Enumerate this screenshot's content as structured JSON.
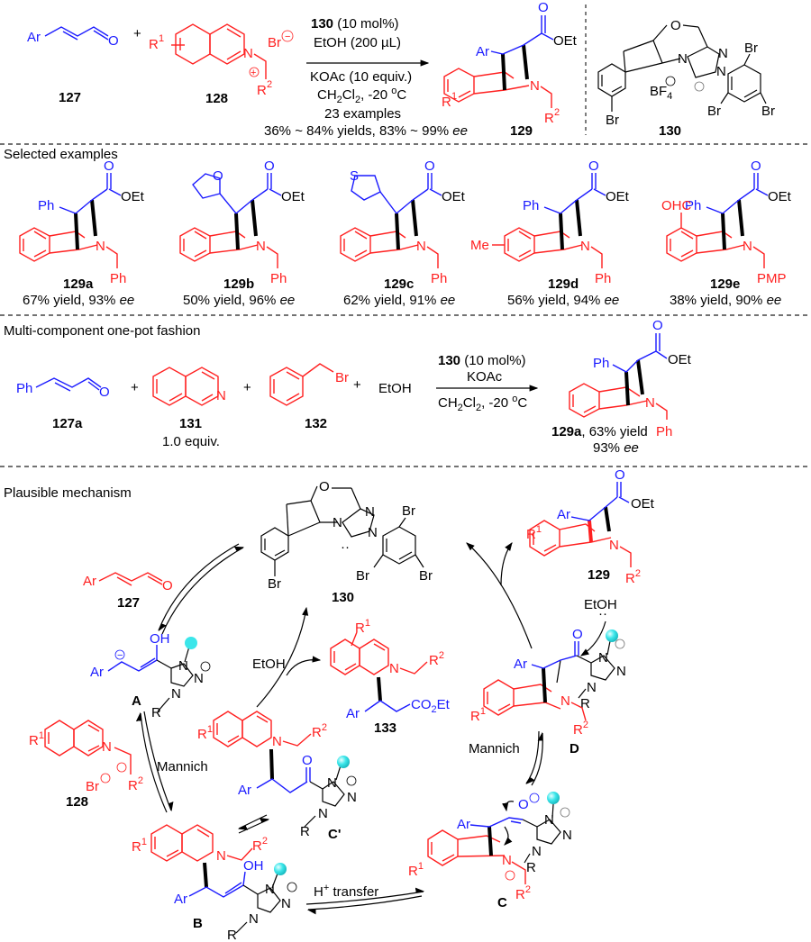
{
  "colors": {
    "reactant_a": "#1a1aff",
    "reactant_b": "#ff2020",
    "catalyst": "#000000",
    "ball": "#3be6ea"
  },
  "top_scheme": {
    "reactant1": {
      "label": "127",
      "substituent": "Ar",
      "atom_o": "O"
    },
    "plus": "+",
    "reactant2": {
      "label": "128",
      "r1": "R",
      "r1_sup": "1",
      "n": "N",
      "r2": "R",
      "r2_sup": "2",
      "counterion": "Br",
      "charge_minus": "−",
      "charge_plus": "+"
    },
    "conditions_above": [
      "130 (10 mol%)",
      "EtOH (200 µL)"
    ],
    "conditions_above_bold_prefix": "130",
    "conditions_above_rest": " (10 mol%)",
    "conditions_below": [
      "KOAc (10 equiv.)",
      "CH2Cl2, -20 oC"
    ],
    "cond_ch2cl2": "CH",
    "cond_ch2cl2_sub1": "2",
    "cond_ch2cl2_mid": "Cl",
    "cond_ch2cl2_sub2": "2",
    "cond_temp": ", -20 ",
    "cond_temp_sup": "o",
    "cond_temp_unit": "C",
    "summary_line1": "23 examples",
    "summary_line2_prefix": "36% ~ 84% yields, 83% ~ 99% ",
    "summary_line2_italic": "ee",
    "product": {
      "label": "129",
      "ar": "Ar",
      "oet": "OEt",
      "o": "O",
      "n": "N",
      "r1": "R",
      "r1_sup": "1",
      "r2": "R",
      "r2_sup": "2"
    },
    "catalyst": {
      "label": "130",
      "counterion": "BF",
      "counterion_sub": "4",
      "atoms": [
        "O",
        "N",
        "N",
        "N",
        "Br",
        "Br",
        "Br",
        "Br"
      ]
    }
  },
  "selected_examples": {
    "heading": "Selected examples",
    "items": [
      {
        "label": "129a",
        "aryl": "Ph",
        "n_sub": "Ph",
        "yield": "67% yield, 93% ",
        "ee": "ee"
      },
      {
        "label": "129b",
        "aryl": "2-furyl",
        "n_sub": "Ph",
        "yield": "50% yield, 96% ",
        "ee": "ee"
      },
      {
        "label": "129c",
        "aryl": "3-thienyl",
        "n_sub": "Ph",
        "yield": "62% yield, 91% ",
        "ee": "ee"
      },
      {
        "label": "129d",
        "aryl": "Ph",
        "ring_sub": "Me",
        "n_sub": "Ph",
        "yield": "56% yield, 94% ",
        "ee": "ee"
      },
      {
        "label": "129e",
        "aryl": "Ph",
        "ring_sub": "OHC",
        "n_sub": "PMP",
        "yield": "38% yield, 90% ",
        "ee": "ee"
      }
    ],
    "oet": "OEt",
    "o": "O",
    "n": "N",
    "furan_o": "O",
    "thiophene_s": "S"
  },
  "multicomponent": {
    "heading": "Multi-component one-pot fashion",
    "r1": {
      "label": "127a",
      "sub": "Ph",
      "o": "O"
    },
    "r2": {
      "label": "131",
      "note": "1.0 equiv.",
      "n": "N"
    },
    "r3": {
      "label": "132",
      "br": "Br"
    },
    "r4": "EtOH",
    "plus": "+",
    "cond_above_bold": "130",
    "cond_above_rest": " (10 mol%)",
    "cond_above2": "KOAc",
    "cond_below": "CH2Cl2, -20 oC",
    "product_label": "129a",
    "product_yield": ", 63% yield",
    "product_ee_value": "93% ",
    "product_ee": "ee",
    "product_ph": "Ph",
    "product_nph": "Ph",
    "product_oet": "OEt"
  },
  "mechanism": {
    "heading": "Plausible mechanism",
    "catalyst_label": "130",
    "aldehyde_label": "127",
    "aldehyde_ar": "Ar",
    "salt_label": "128",
    "salt_br": "Br",
    "product_label": "129",
    "side_product_label": "133",
    "side_product_ester": "CO",
    "side_product_ester_sub": "2",
    "side_product_ester_end": "Et",
    "intermediates": [
      {
        "label": "A",
        "desc": "Breslow-type enol / homoenolate"
      },
      {
        "label": "B",
        "desc": "Mannich adduct enol"
      },
      {
        "label": "C'",
        "desc": "acyl azolium"
      },
      {
        "label": "C",
        "desc": "iminium enolate"
      },
      {
        "label": "D",
        "desc": "acyl azolium bicycle"
      }
    ],
    "arrows": {
      "mannich_left": "Mannich",
      "mannich_right": "Mannich",
      "h_transfer_prefix": "H",
      "h_transfer_sup": "+",
      "h_transfer_rest": " transfer",
      "etoh_top": "EtOH",
      "etoh_mid": "EtOH"
    },
    "atoms": {
      "oh": "OH",
      "o": "O",
      "n": "N",
      "r": "R",
      "ar": "Ar",
      "oet": "OEt",
      "r1": "R",
      "r1_sup": "1",
      "r2": "R",
      "r2_sup": "2"
    }
  }
}
